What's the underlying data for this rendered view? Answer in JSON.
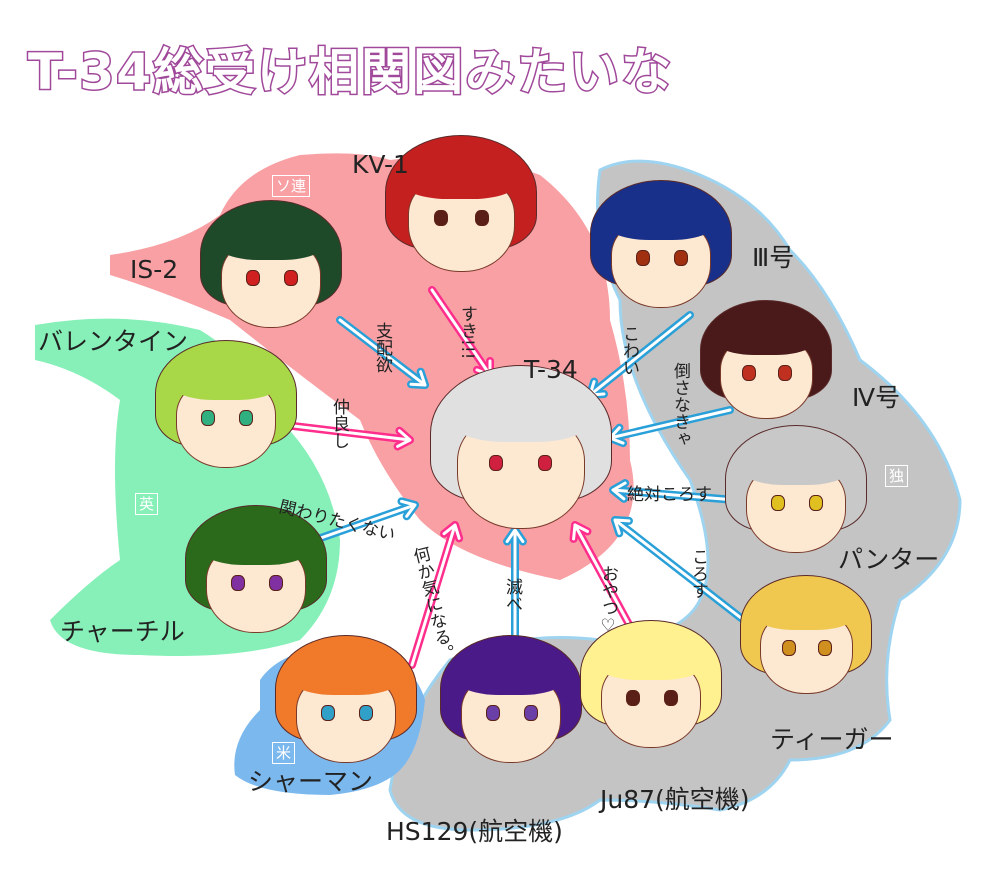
{
  "title": "T-34総受け相関図みたいな",
  "groups": {
    "soviet": {
      "tag": "ソ連",
      "color": "#f8a0a4"
    },
    "britain": {
      "tag": "英",
      "color": "#86f0b8"
    },
    "usa": {
      "tag": "米",
      "color": "#7ab8ee"
    },
    "germany": {
      "tag": "独",
      "color": "#c4c4c4"
    }
  },
  "colors": {
    "arrow_blue": "#2aa0d8",
    "arrow_pink": "#ff2d8c",
    "title_outline": "#a0489a"
  },
  "characters": {
    "t34": "T-34",
    "kv1": "KV-1",
    "is2": "IS-2",
    "valentine": "バレンタイン",
    "churchill": "チャーチル",
    "sherman": "シャーマン",
    "hs129": "HS129(航空機)",
    "ju87": "Ju87(航空機)",
    "tiger": "ティーガー",
    "panther": "パンター",
    "pz4": "Ⅳ号",
    "pz3": "Ⅲ号"
  },
  "relations": {
    "is2": "支配欲",
    "kv1": "すき!!!",
    "valentine": "仲良し",
    "churchill": "関わりたくない",
    "sherman": "何か気になる。",
    "hs129": "滅べ",
    "ju87": "おやつ♡",
    "tiger": "ころす",
    "panther": "絶対ころす",
    "pz4": "倒さなきゃ",
    "pz3": "こわい"
  }
}
